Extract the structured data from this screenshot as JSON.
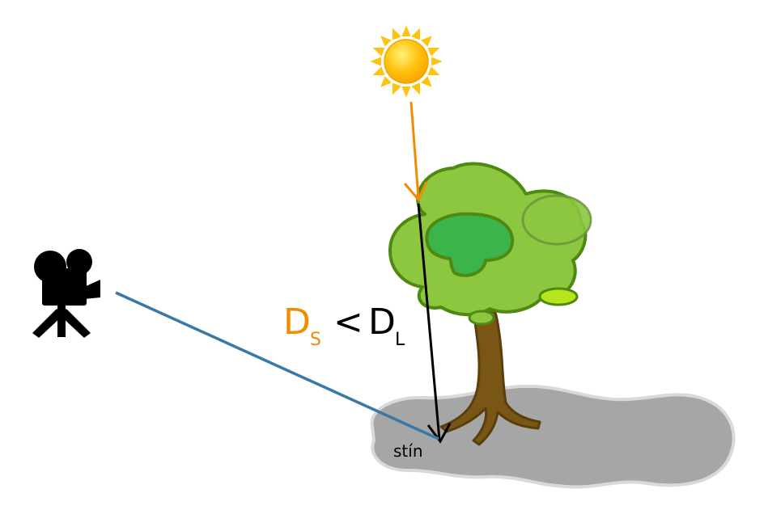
{
  "labels": {
    "ds_main": "D",
    "ds_sub": "S",
    "less_than": "<",
    "dl_main": "D",
    "dl_sub": "L",
    "shadow": "stín"
  },
  "colors": {
    "sun_ray": "#f08c00",
    "camera_ray": "#3a78a8",
    "depth_line": "#000000",
    "ds_text": "#f08c00",
    "shadow_fill": "#a6a6a6",
    "shadow_edge": "#d9d9d9",
    "leaves": "#8dc63f",
    "leaves_dark": "#3bb54a",
    "leaves_edge": "#4e8a12",
    "trunk": "#7a5614",
    "trunk_edge": "#5a3e0c",
    "sun": "#ffc20e"
  },
  "icons": {
    "sun": "sun-icon",
    "camera": "video-camera-icon",
    "tree": "tree-icon"
  }
}
